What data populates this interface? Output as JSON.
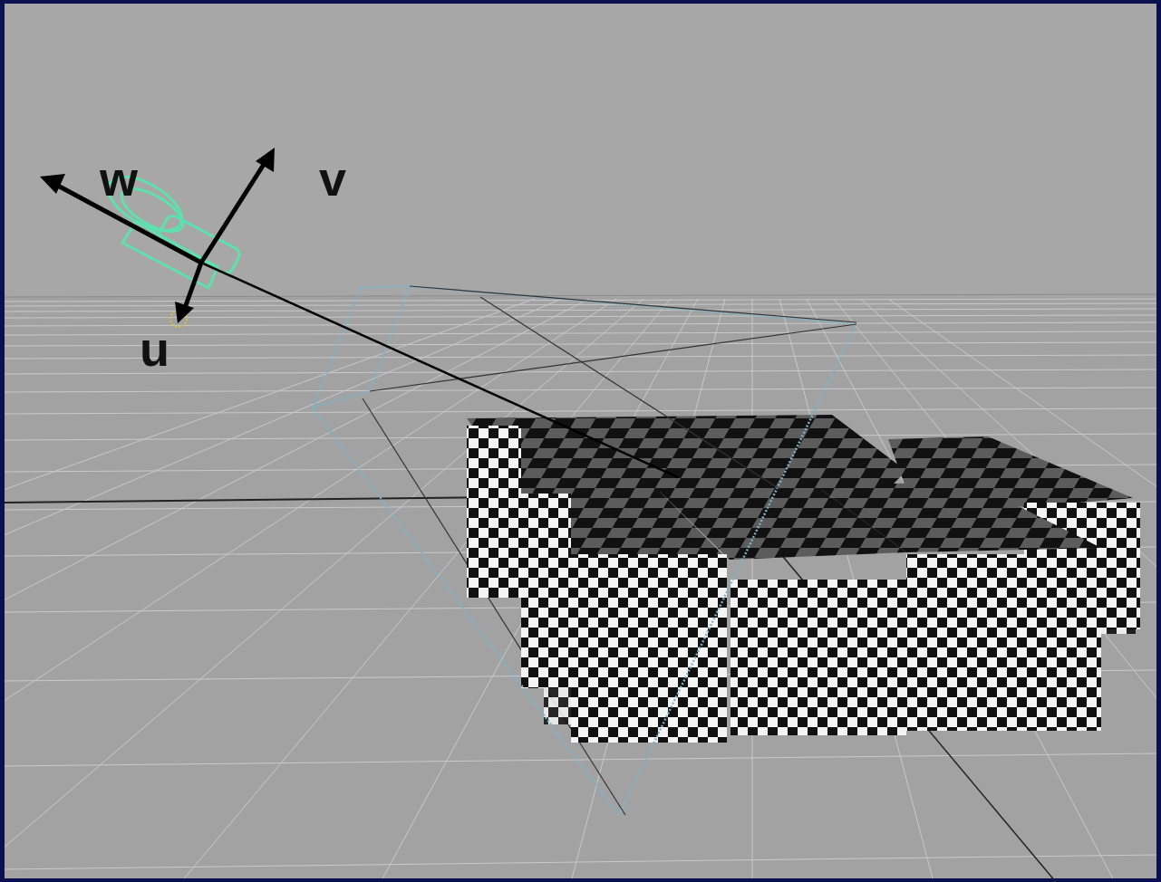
{
  "diagram": {
    "labels": [
      "w",
      "v",
      "u"
    ]
  }
}
